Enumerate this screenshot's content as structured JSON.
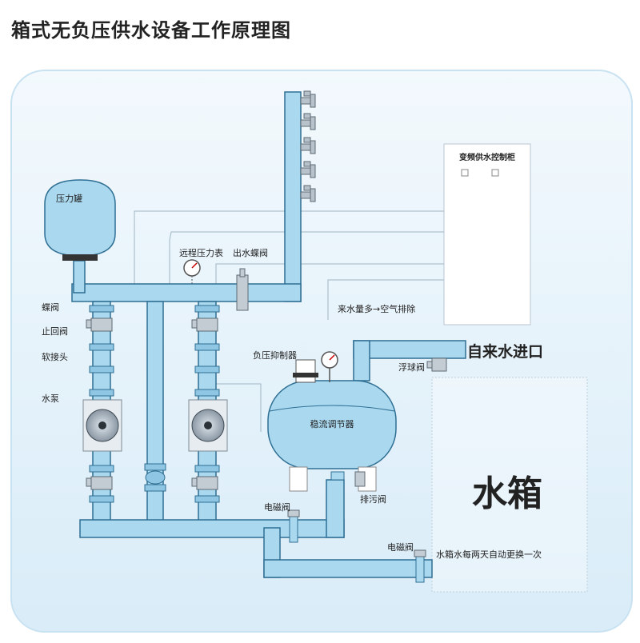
{
  "title": "箱式无负压供水设备工作原理图",
  "labels": {
    "pressure_tank": "压力罐",
    "control_cabinet": "变频供水控制柜",
    "remote_gauge": "远程压力表",
    "outlet_butterfly_valve": "出水蝶阀",
    "butterfly_valve": "蝶阀",
    "check_valve": "止回阀",
    "soft_joint": "软接头",
    "water_pump": "水泵",
    "negative_pressure_suppressor": "负压抑制器",
    "air_release": "来水量多→空气排除",
    "float_valve": "浮球阀",
    "tap_water_inlet": "自来水进口",
    "stabilizer": "稳流调节器",
    "drain_valve": "排污阀",
    "solenoid_valve_1": "电磁阀",
    "solenoid_valve_2": "电磁阀",
    "water_tank": "水箱",
    "tank_note": "水箱水每两天自动更换一次"
  },
  "colors": {
    "pipe_fill": "#a9d8ef",
    "pipe_stroke": "#2f6f93",
    "background": "#e7f3fb"
  }
}
